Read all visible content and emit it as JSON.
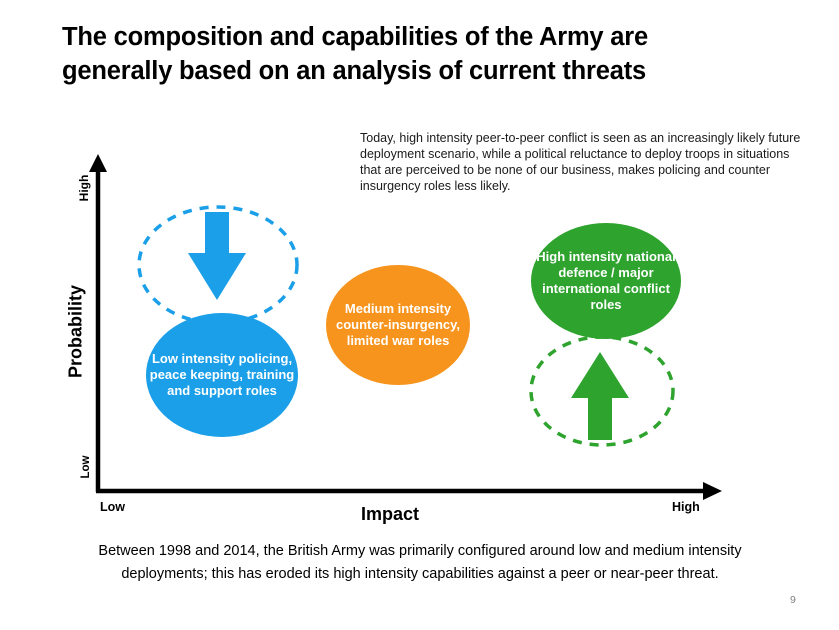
{
  "slide": {
    "title_lines": [
      "The composition and capabilities of the Army are",
      "generally based on an analysis of current threats"
    ],
    "annotation": "Today, high intensity peer-to-peer conflict is seen as an increasingly likely future deployment scenario, while a political reluctance to deploy troops in situations that are perceived to be none of our business, makes policing and counter insurgency roles less likely.",
    "caption": "Between 1998 and 2014, the British Army was primarily configured around low and medium intensity deployments; this has eroded its high intensity capabilities against a peer or near-peer threat.",
    "page_number": "9"
  },
  "chart_data": {
    "type": "scatter",
    "title": "",
    "x_axis": {
      "label": "Impact",
      "min_label": "Low",
      "max_label": "High"
    },
    "y_axis": {
      "label": "Probability",
      "min_label": "Low",
      "max_label": "High"
    },
    "bubbles": [
      {
        "label": "Low intensity policing, peace keeping, training and support roles",
        "impact": "low",
        "probability": "medium-low",
        "trend": "probability decreasing (down arrow from former higher position)",
        "color": "#1A9FE8"
      },
      {
        "label": "Medium intensity counter-insurgency, limited war roles",
        "impact": "medium",
        "probability": "medium",
        "trend": "none",
        "color": "#F7941D"
      },
      {
        "label": "High intensity national defence / major international conflict roles",
        "impact": "high",
        "probability": "medium-high",
        "trend": "probability increasing (up arrow from former lower position)",
        "color": "#2EA32E"
      }
    ]
  },
  "colors": {
    "blue": "#1A9FE8",
    "orange": "#F7941D",
    "green": "#2EA32E",
    "axis": "#000000"
  }
}
